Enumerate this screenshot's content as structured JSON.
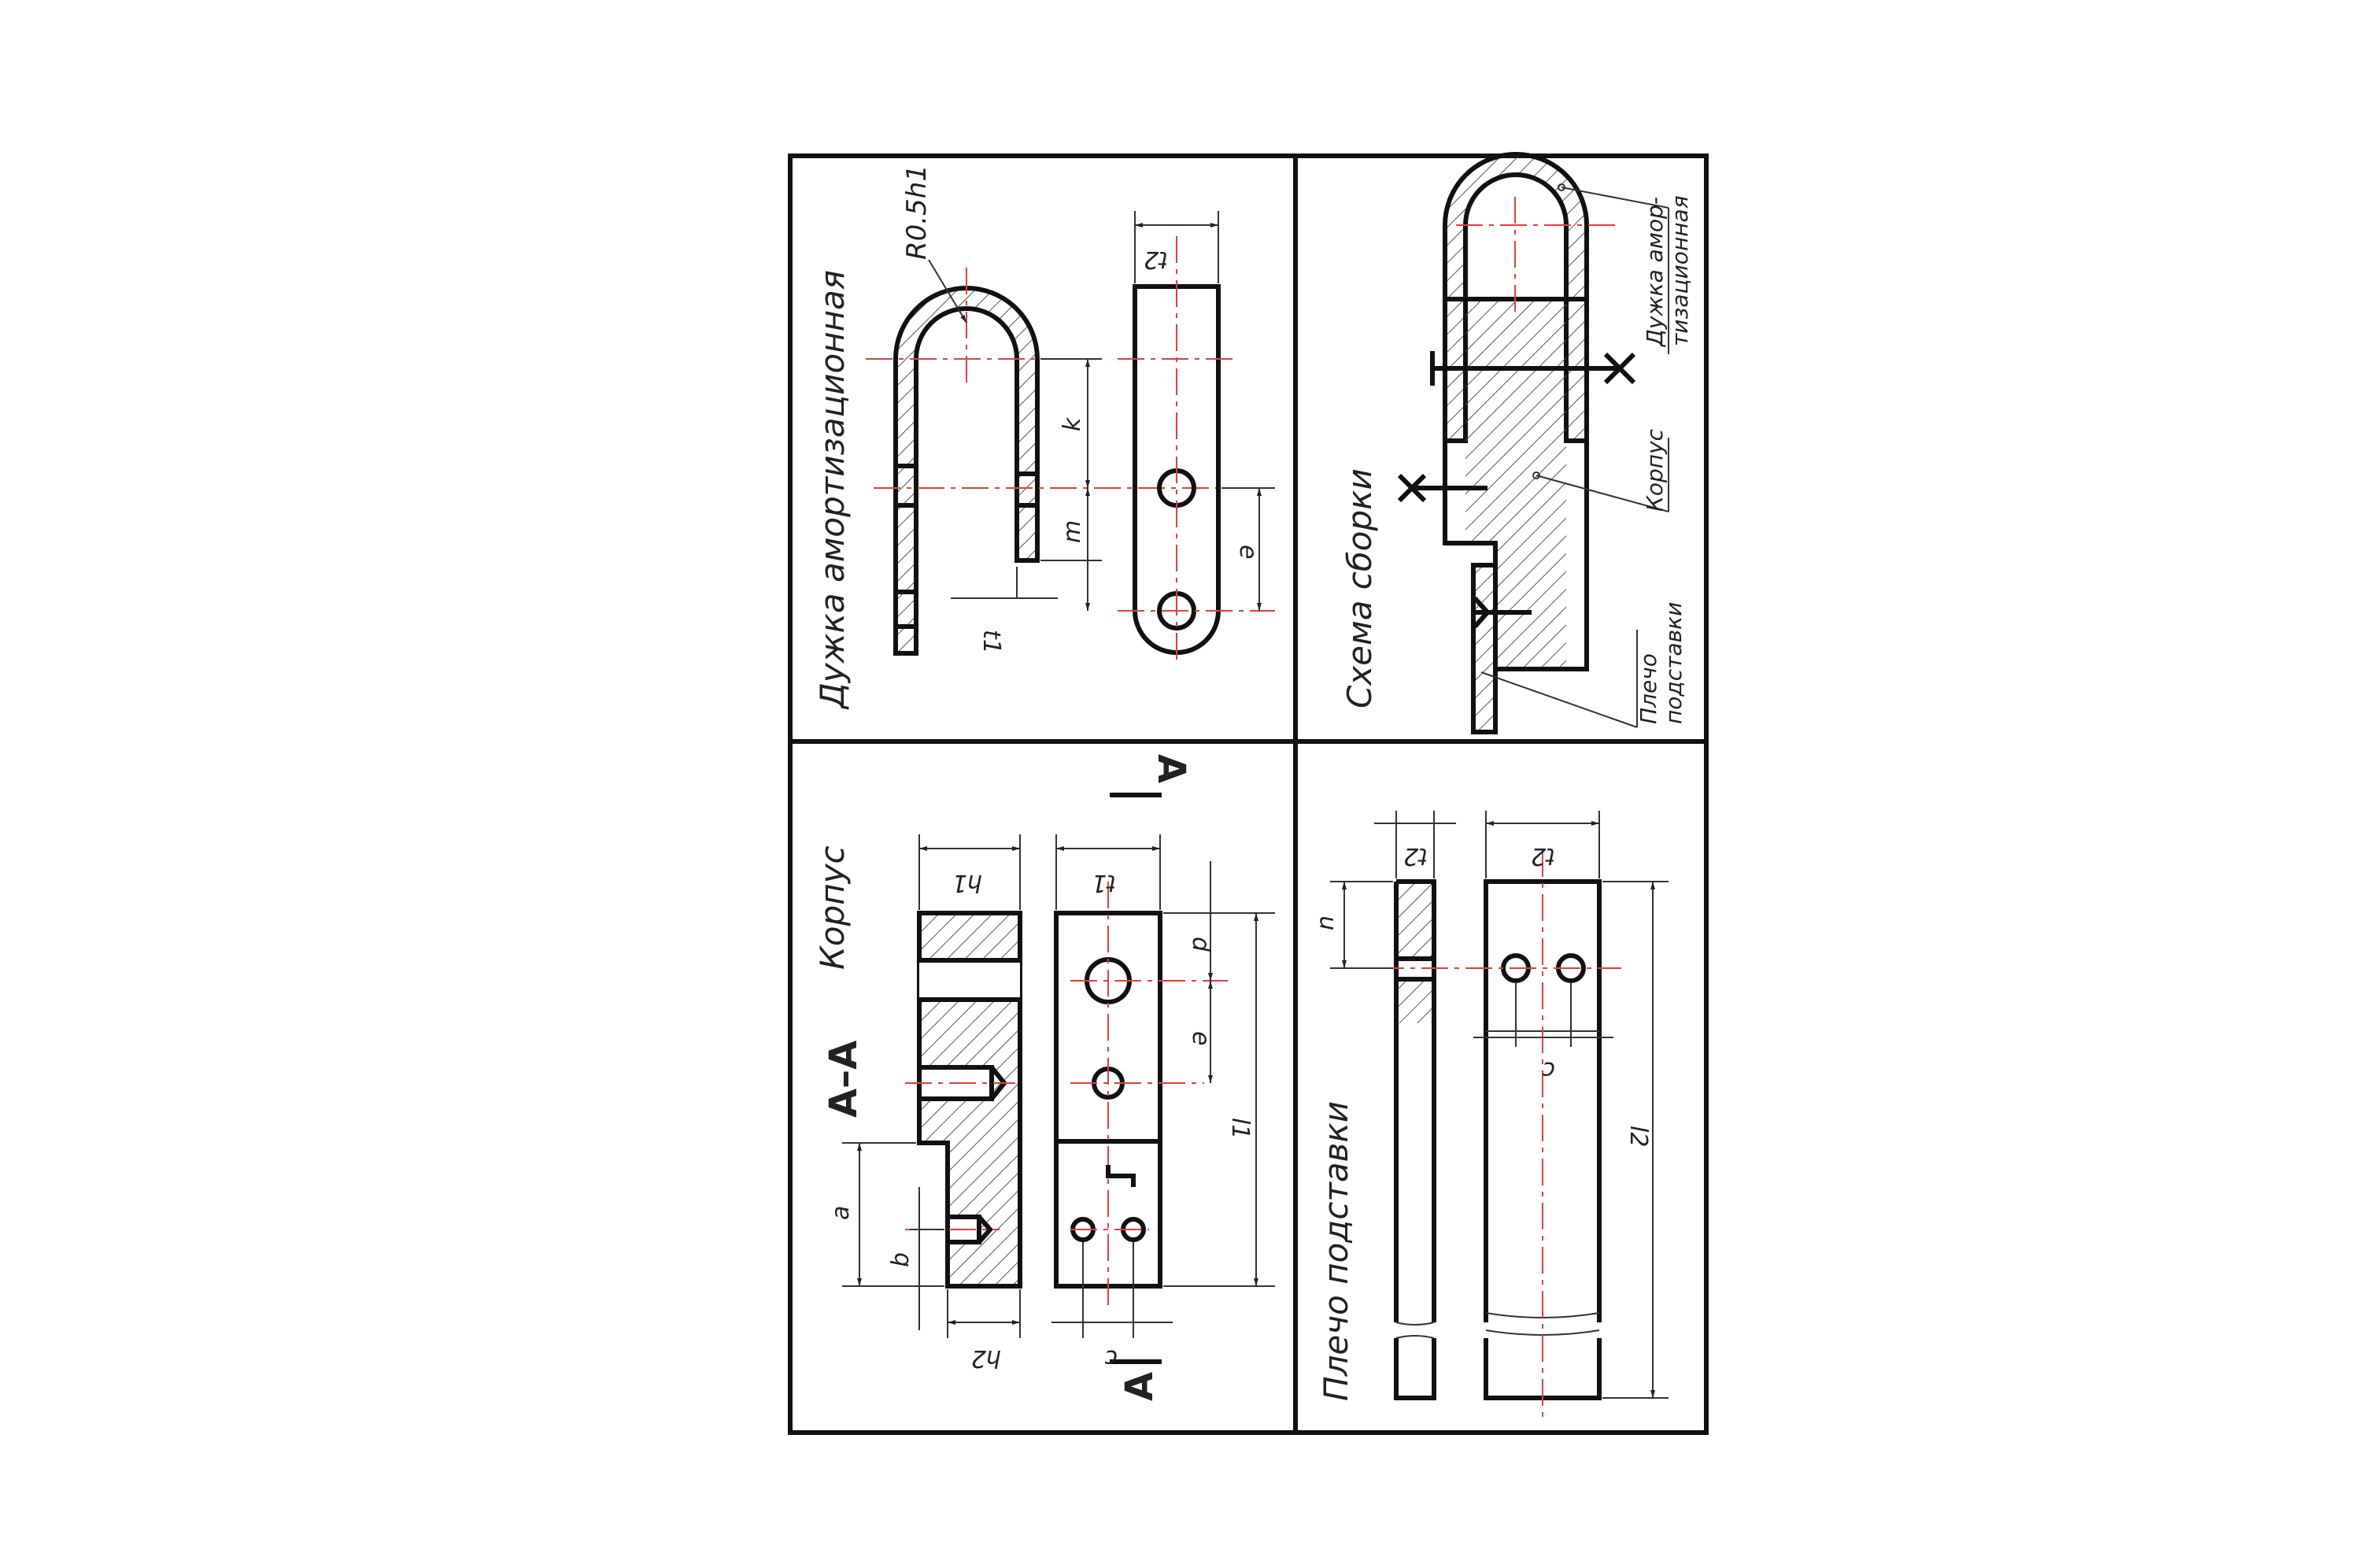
{
  "panels": {
    "dujka": {
      "title": "Дужка амортизационная",
      "radius_label": "R0.5h1",
      "dim_k": "k",
      "dim_m": "m",
      "dim_t1": "t1",
      "dim_t2": "t2",
      "dim_e": "e"
    },
    "scheme": {
      "title": "Схема сборки",
      "leader_dujka": "Дужка амор-",
      "leader_dujka_2": "тизационная",
      "leader_korpus": "Корпус",
      "leader_plecho": "Плечо",
      "leader_plecho_2": "подставки"
    },
    "korpus": {
      "title": "Корпус",
      "section_label": "А–А",
      "cut_top": "А",
      "cut_bottom": "А",
      "dim_h1": "h1",
      "dim_t1": "t1",
      "dim_d": "d",
      "dim_e": "e",
      "dim_l1": "l1",
      "dim_a": "a",
      "dim_b": "b",
      "dim_h2": "h2",
      "dim_c": "c"
    },
    "plecho": {
      "title": "Плечо подставки",
      "dim_t2_left": "t2",
      "dim_t2_right": "t2",
      "dim_n": "n",
      "dim_c": "c",
      "dim_l2": "l2"
    }
  }
}
